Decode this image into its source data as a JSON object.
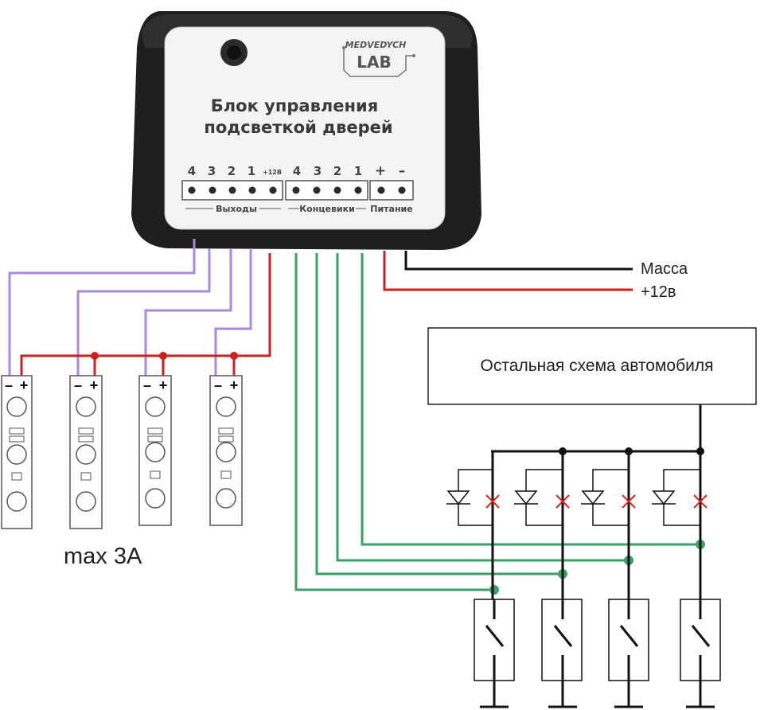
{
  "device": {
    "brand_top": "MEDVEDYCH",
    "brand_bottom": "LAB",
    "title_line1": "Блок управления",
    "title_line2": "подсветкой дверей",
    "outputs_numbers": [
      "4",
      "3",
      "2",
      "1",
      "+12В"
    ],
    "endstops_numbers": [
      "4",
      "3",
      "2",
      "1"
    ],
    "power_signs": [
      "+",
      "–"
    ],
    "outputs_label": "Выходы",
    "endstops_label": "Концевики",
    "power_label": "Питание"
  },
  "labels": {
    "ground": "Масса",
    "plus12": "+12в",
    "rest_of_car": "Остальная схема автомобиля",
    "max_current": "max 3A"
  },
  "led_strip": {
    "minus": "–",
    "plus": "+"
  },
  "colors": {
    "purple": "#a889e0",
    "red": "#cc1f1f",
    "green": "#3aa16b",
    "black": "#111111",
    "cross": "#e02020",
    "device_body": "#1f1f1f",
    "device_panel": "#f4f4f4"
  }
}
